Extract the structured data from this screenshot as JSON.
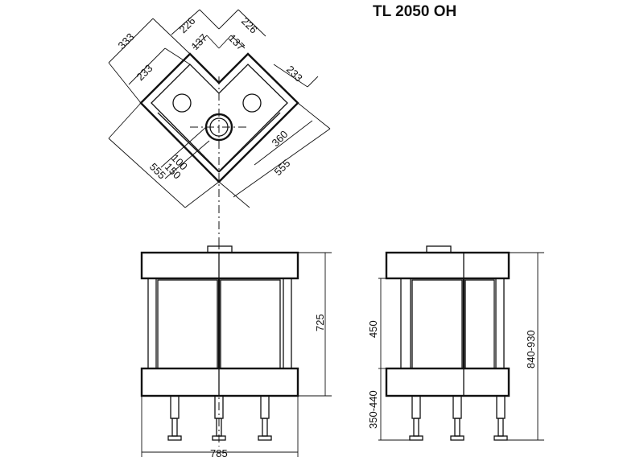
{
  "title": "TL 2050  OH",
  "top_view": {
    "dims": {
      "d333": "333",
      "d226_left": "226",
      "d226_right": "226",
      "d137_left": "137",
      "d137_right": "137",
      "d233_left": "233",
      "d233_right": "233",
      "d360": "360",
      "d555_right": "555",
      "d555_left": "555",
      "d100": "100",
      "d150": "150"
    }
  },
  "front_view": {
    "dims": {
      "width": "785",
      "height": "725"
    }
  },
  "side_view": {
    "dims": {
      "glass": "450",
      "base": "350-440",
      "total": "840-930"
    }
  }
}
